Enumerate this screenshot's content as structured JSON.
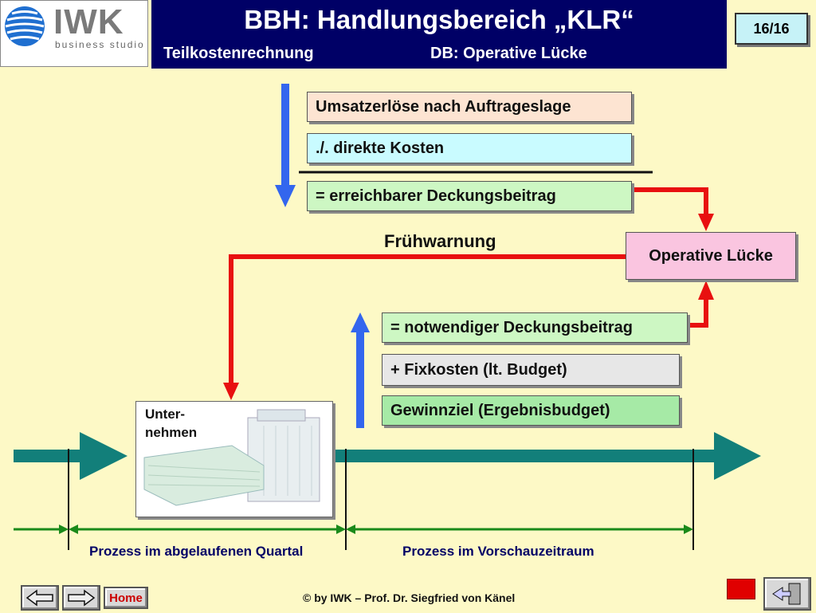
{
  "header": {
    "logo_text": "IWK",
    "logo_sub": "business studio",
    "title": "BBH: Handlungsbereich „KLR“",
    "subtitle_left": "Teilkostenrechnung",
    "subtitle_right": "DB: Operative Lücke",
    "page_counter": "16/16"
  },
  "diagram": {
    "box_umsatz": "Umsatzerlöse nach Auftrageslage",
    "box_direkt": "./. direkte Kosten",
    "box_erreichbar": "= erreichbarer Deckungsbeitrag",
    "fruhwarnung": "Frühwarnung",
    "operative_lucke": "Operative Lücke",
    "box_notwendig": "= notwendiger Deckungsbeitrag",
    "box_fixkosten": "+ Fixkosten (lt. Budget)",
    "box_gewinn": "Gewinnziel (Ergebnisbudget)",
    "company_label": "Unter-\nnehmen",
    "label_past": "Prozess im abgelaufenen Quartal",
    "label_future": "Prozess im Vorschauzeitraum"
  },
  "footer": {
    "home_label": "Home",
    "copyright": "© by IWK – Prof. Dr. Siegfried von Känel"
  },
  "colors": {
    "title_band": "#000066",
    "arrow_red": "#e81010",
    "arrow_blue": "#3366ee",
    "timeline_teal": "#127f7a",
    "span_green": "#1a8a1a"
  }
}
